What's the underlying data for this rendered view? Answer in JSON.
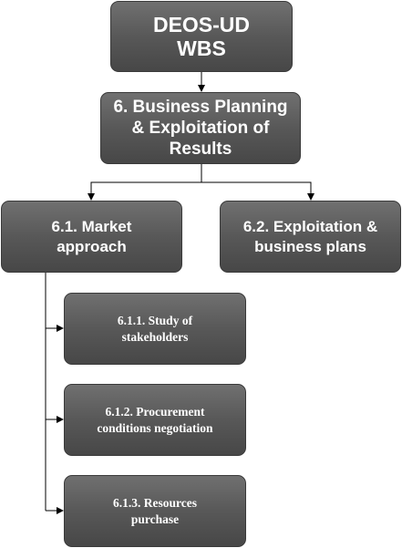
{
  "nodes": {
    "root": "DEOS-UD\nWBS",
    "business_planning": "6. Business Planning\n& Exploitation of\nResults",
    "market_approach": "6.1. Market\napproach",
    "exploitation": "6.2. Exploitation &\nbusiness plans",
    "study_stakeholders": "6.1.1. Study of\nstakeholders",
    "procurement": "6.1.2. Procurement\nconditions negotiation",
    "resources": "6.1.3. Resources\npurchase"
  },
  "colors": {
    "box_fill_top": "#707070",
    "box_fill_bottom": "#474747",
    "text": "#ffffff",
    "connector": "#000000"
  }
}
